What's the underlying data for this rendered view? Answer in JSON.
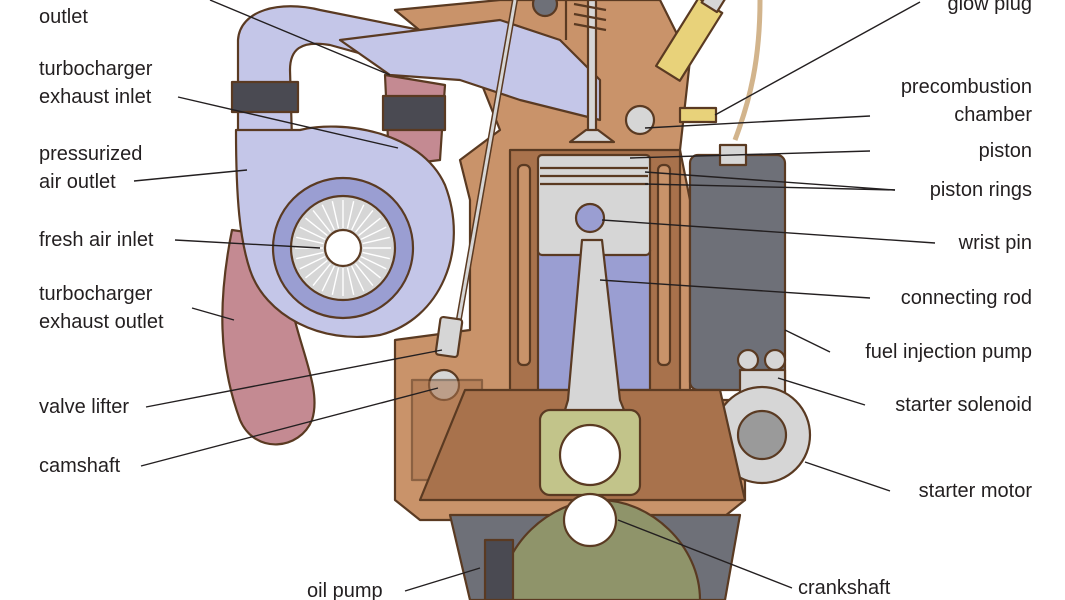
{
  "labels": {
    "exhaust_outlet": "outlet",
    "turbo_exhaust_inlet_1": "turbocharger",
    "turbo_exhaust_inlet_2": "exhaust inlet",
    "pressurized_air_1": "pressurized",
    "pressurized_air_2": "air outlet",
    "fresh_air_inlet": "fresh air inlet",
    "turbo_exhaust_outlet_1": "turbocharger",
    "turbo_exhaust_outlet_2": "exhaust outlet",
    "valve_lifter": "valve lifter",
    "camshaft": "camshaft",
    "oil_pump": "oil pump",
    "glow_plug": "glow plug",
    "precombustion_1": "precombustion",
    "precombustion_2": "chamber",
    "piston": "piston",
    "piston_rings": "piston rings",
    "wrist_pin": "wrist pin",
    "connecting_rod": "connecting rod",
    "fuel_injection_pump": "fuel injection pump",
    "starter_solenoid": "starter solenoid",
    "starter_motor": "starter motor",
    "crankshaft": "crankshaft"
  },
  "colors": {
    "block": "#c9936a",
    "block_dark": "#a8724c",
    "air": "#c4c6e8",
    "air_dark": "#9a9ed2",
    "exhaust": "#c48a92",
    "metal": "#d6d6d6",
    "dark_metal": "#6e7078",
    "crank": "#8f946a",
    "outline": "#5a3a22"
  }
}
